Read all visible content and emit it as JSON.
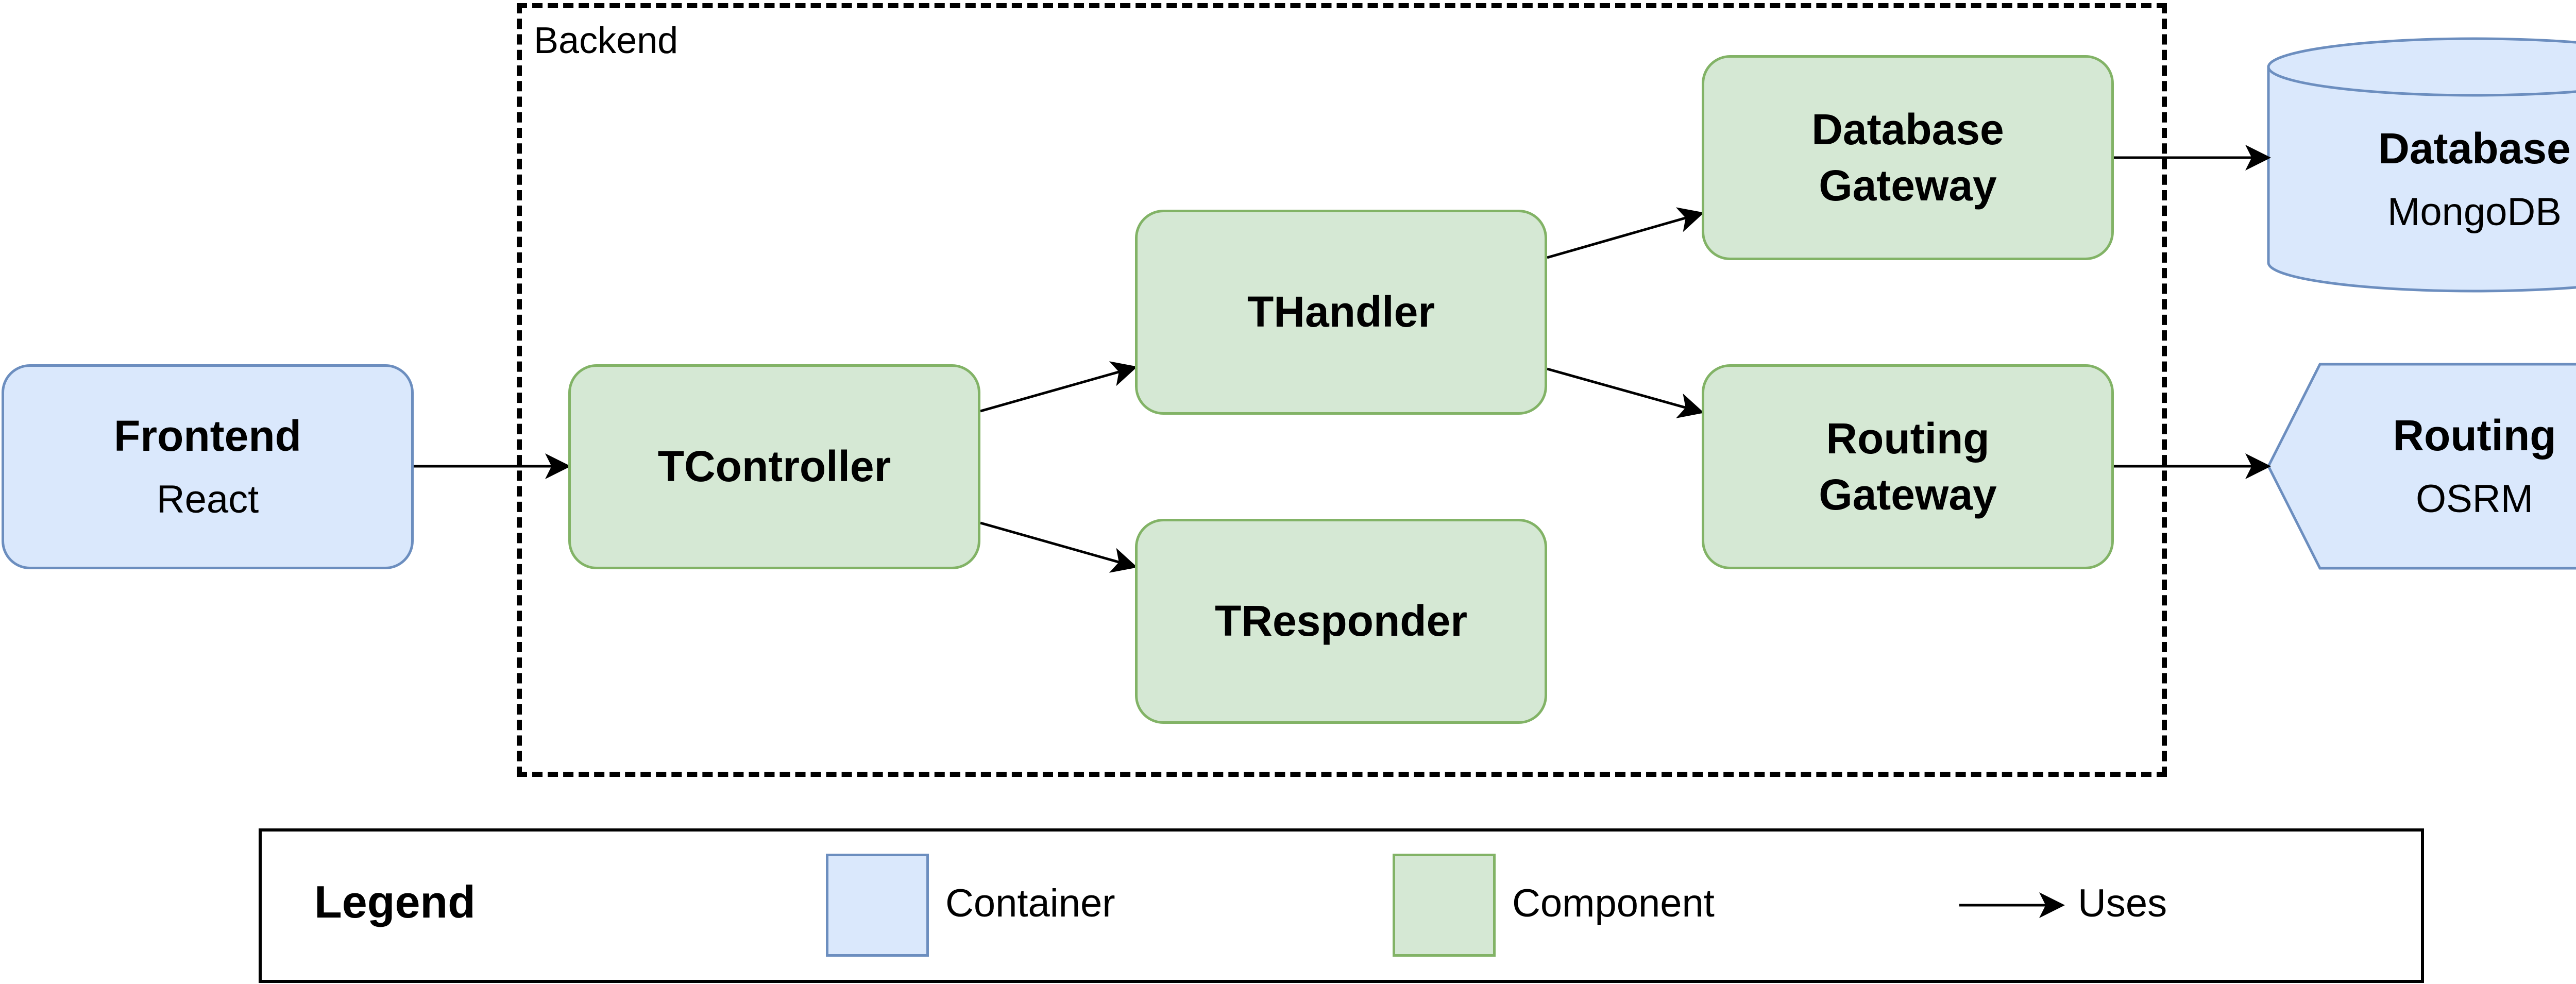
{
  "colors": {
    "container_fill": "#dae8fc",
    "container_stroke": "#6c8ebf",
    "component_fill": "#d5e8d4",
    "component_stroke": "#82b366",
    "edge": "#000000"
  },
  "boundary": {
    "label": "Backend"
  },
  "nodes": {
    "frontend": {
      "title": "Frontend",
      "subtitle": "React"
    },
    "tcontroller": {
      "title": "TController"
    },
    "thandler": {
      "title": "THandler"
    },
    "tresponder": {
      "title": "TResponder"
    },
    "database_gateway": {
      "title": "Database Gateway"
    },
    "routing_gateway": {
      "title": "Routing Gateway"
    },
    "database": {
      "title": "Database",
      "subtitle": "MongoDB"
    },
    "routing": {
      "title": "Routing",
      "subtitle": "OSRM"
    }
  },
  "edges": [
    {
      "from": "Frontend",
      "to": "TController"
    },
    {
      "from": "TController",
      "to": "THandler"
    },
    {
      "from": "TController",
      "to": "TResponder"
    },
    {
      "from": "THandler",
      "to": "Database Gateway"
    },
    {
      "from": "THandler",
      "to": "Routing Gateway"
    },
    {
      "from": "Database Gateway",
      "to": "Database"
    },
    {
      "from": "Routing Gateway",
      "to": "Routing"
    }
  ],
  "legend": {
    "title": "Legend",
    "container_label": "Container",
    "component_label": "Component",
    "uses_label": "Uses"
  }
}
